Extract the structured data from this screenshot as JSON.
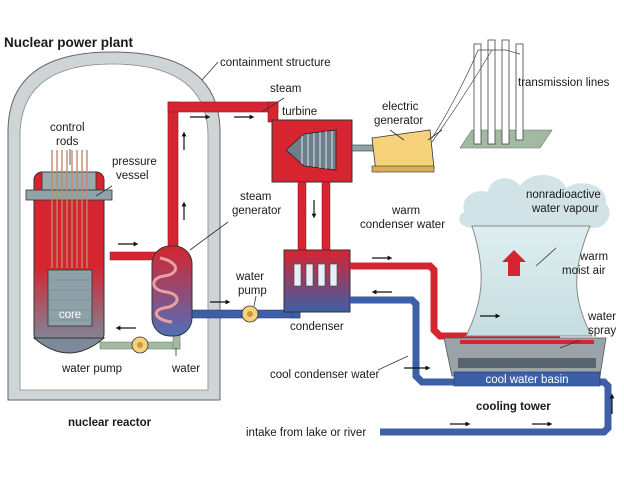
{
  "title": "Nuclear power plant",
  "labels": {
    "containment_structure": "containment structure",
    "steam": "steam",
    "turbine": "turbine",
    "electric_generator_line1": "electric",
    "electric_generator_line2": "generator",
    "transmission_lines": "transmission lines",
    "control_rods_line1": "control",
    "control_rods_line2": "rods",
    "pressure_vessel_line1": "pressure",
    "pressure_vessel_line2": "vessel",
    "steam_generator_line1": "steam",
    "steam_generator_line2": "generator",
    "warm_condenser_water_line1": "warm",
    "warm_condenser_water_line2": "condenser water",
    "nonradioactive_line1": "nonradioactive",
    "nonradioactive_line2": "water vapour",
    "warm_moist_air_line1": "warm",
    "warm_moist_air_line2": "moist air",
    "water_pump_upper_line1": "water",
    "water_pump_upper_line2": "pump",
    "core": "core",
    "condenser": "condenser",
    "water_spray_line1": "water",
    "water_spray_line2": "spray",
    "water_pump_lower": "water pump",
    "water": "water",
    "cool_condenser_water": "cool condenser water",
    "cool_water_basin": "cool water basin",
    "cooling_tower": "cooling tower",
    "nuclear_reactor": "nuclear reactor",
    "intake": "intake from lake or river"
  },
  "colors": {
    "hot_red": "#d62430",
    "cool_blue": "#3d5fa8",
    "steel_gray": "#8fa4a8",
    "containment_gray": "#cfd4d6",
    "generator_yellow": "#f6d27a",
    "vapour": "#cfe2e6",
    "return_green": "#a3b9a1"
  }
}
